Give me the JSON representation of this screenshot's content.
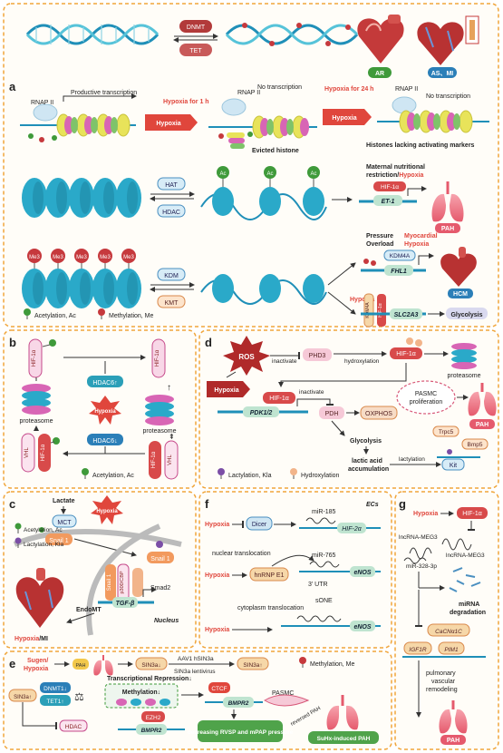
{
  "colors": {
    "panel_border": "#f0a53a",
    "panel_bg": "#fffdf8",
    "hypoxia_red": "#e0463c",
    "dna_blue": "#1f8fb8",
    "dna_teal": "#56c3d9",
    "nucleosome": "#2aa9c9",
    "acetyl_green": "#3f9a3a",
    "methyl_red": "#c6393d",
    "lactyl_purple": "#7b4ea6",
    "pah_pink": "#e55a6d"
  },
  "panel_a": {
    "label": "a",
    "enzyme_top": "DNMT",
    "enzyme_bottom": "TET",
    "heart_ar": "AR",
    "heart_as_mi": "AS、MI",
    "rnap_left": "RNAP II",
    "productive": "Productive transcription",
    "hypoxia_1h": "Hypoxia for 1 h",
    "hypoxia_badge": "Hypoxia",
    "rnap_mid": "RNAP II",
    "no_transcription_1": "No transcription",
    "evicted": "Evicted histone",
    "hypoxia_24h": "Hypoxia for 24 h",
    "rnap_right": "RNAP II",
    "no_transcription_2": "No transcription",
    "lacking": "Histones lacking activating markers",
    "hat": "HAT",
    "hdac": "HDAC",
    "ac_tag": "Ac",
    "maternal_line1": "Maternal nutritional",
    "maternal_line2": "restriction/",
    "maternal_hypoxia": "Hypoxia",
    "hif_top": "HIF-1α",
    "et1": "ET-1",
    "pah": "PAH",
    "me3_tag": "Me3",
    "kdm": "KDM",
    "kmt": "KMT",
    "pressure_line1": "Pressure",
    "pressure_line2": "Overload",
    "myocardial_line1": "Myocardial",
    "myocardial_line2": "Hypoxia",
    "kdm4a": "KDM4A",
    "fhl1": "FHL1",
    "hcm": "HCM",
    "hypoxia_lower": "Hypoxia",
    "kdm4a_v": "KDM4A",
    "hif_v": "HIF-1α",
    "slc2a3": "SLC2A3",
    "glycolysis": "Glycolysis",
    "legend_acetyl": "Acetylation, Ac",
    "legend_methyl": "Methylation, Me"
  },
  "panel_b": {
    "label": "b",
    "hif_left_top": "HIF-1α",
    "hif_right_top": "HIF-1α",
    "proteasome_left": "proteasome",
    "proteasome_right": "proteasome",
    "hdac_top": "HDAC6↑",
    "hdac_bottom": "HDAC6↓",
    "hypoxia": "Hypoxia",
    "vhl_left": "VHL",
    "hif_left_bottom": "HIF-1α",
    "hif_right_bottom": "HIF-1α",
    "vhl_right": "VHL",
    "legend": "Acetylation, Ac"
  },
  "panel_c": {
    "label": "c",
    "lactate": "Lactate",
    "hypoxia": "Hypoxia",
    "mct": "MCT",
    "snail_left": "Snail 1",
    "snail_right": "Snail 1",
    "legend_acetyl": "Acetylation, Ac",
    "legend_lactyl": "Lactylation, Kla",
    "snail_v": "Snail 1",
    "p300": "p300/CBP",
    "smad2": "Smad2",
    "tgfb": "TGF-β",
    "endomt": "EndoMT",
    "nucleus": "Nucleus",
    "hypoxia_mi_a": "Hypoxia",
    "hypoxia_mi_b": "/MI"
  },
  "panel_d": {
    "label": "d",
    "ros": "ROS",
    "inactivate_top": "inactivate",
    "phd3": "PHD3",
    "hydroxylation": "hydroxylation",
    "hif_top": "HIF-1α",
    "proteasome": "proteasome",
    "hypoxia": "Hypoxia",
    "hif_mid": "HIF-1α",
    "pdk": "PDK1/2",
    "inactivate_mid": "inactivate",
    "pdh": "PDH",
    "oxphos": "OXPHOS",
    "pasmc_line1": "PASMC",
    "pasmc_line2": "proliferation",
    "pah": "PAH",
    "glycolysis": "Glycolysis",
    "lactic_line1": "lactic acid",
    "lactic_line2": "accumulation",
    "lactylation": "lactylation",
    "trpc5": "Trpc5",
    "bmp5": "Bmp5",
    "kit": "Kit",
    "legend_lactyl": "Lactylation, Kla",
    "legend_hydroxyl": "Hydroxylation"
  },
  "panel_f": {
    "label": "f",
    "ecs": "ECs",
    "hypoxia_1": "Hypoxia",
    "dicer": "Dicer",
    "mir185": "miR-185",
    "hif2a": "HIF-2α",
    "nuclear": "nuclear translocation",
    "hypoxia_2": "Hypoxia",
    "hnrnp": "hnRNP E1",
    "mir765": "miR-765",
    "enos_1": "eNOS",
    "utr": "3' UTR",
    "cyto": "cytoplasm translocation",
    "sone": "sONE",
    "hypoxia_3": "Hypoxia",
    "enos_2": "eNOS"
  },
  "panel_g": {
    "label": "g",
    "hypoxia": "Hypoxia",
    "hif": "HIF-1α",
    "meg3_left": "lncRNA-MEG3",
    "meg3_right": "lncRNA-MEG3",
    "mir328": "miR-328-3p",
    "mirna_line1": "miRNA",
    "mirna_line2": "degradation",
    "cacna": "CaCNα1C",
    "igf1r": "IGF1R",
    "pim1": "PIM1",
    "pulm_line1": "pulmonary",
    "pulm_line2": "vascular",
    "pulm_line3": "remodeling",
    "pah": "PAH"
  },
  "panel_e": {
    "label": "e",
    "sugen_a": "Sugen/",
    "sugen_b": "Hypoxia",
    "pah_badge": "PAH",
    "sin3a_down": "SIN3a↓",
    "aav_line1": "AAV1 hSIN3a",
    "aav_line2": "SIN3a lentivirus",
    "sin3a_up_right": "SIN3a↑",
    "legend_methyl": "Methylation, Me",
    "dnmt1": "DNMT1↓",
    "tet1": "TET1↑",
    "transcriptional": "Transcriptional Repression↓",
    "methylation": "Methylation↓",
    "ctcf": "CTCF",
    "bmpr2_right": "BMPR2",
    "pasmc": "PASMC",
    "sin3a_up_left": "SIN3a↑",
    "hdac": "HDAC",
    "ezh2": "EZH2",
    "bmpr2_left": "BMPR2",
    "reversed": "reversed PAH",
    "decreasing": "decreasing RVSP and mPAP pressure",
    "suhx": "SuHx-induced PAH"
  }
}
